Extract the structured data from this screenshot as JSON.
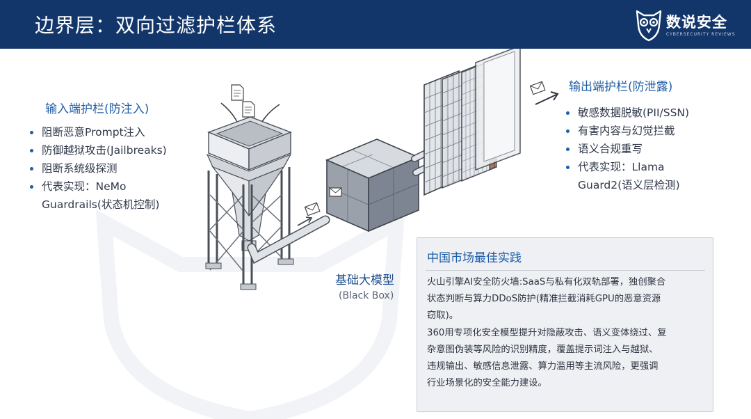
{
  "header": {
    "title": "边界层：双向过滤护栏体系"
  },
  "brand": {
    "name": "数说安全",
    "tagline": "CYBERSECURITY REVIEWS"
  },
  "input_guard": {
    "title": "输入端护栏(防注入)",
    "items": [
      "阻断恶意Prompt注入",
      "防御越狱攻击(Jailbreaks)",
      "阻断系统级探测",
      "代表实现：NeMo",
      "Guardrails(状态机控制)"
    ]
  },
  "output_guard": {
    "title": "输出端护栏(防泄露)",
    "items": [
      "敏感数据脱敏(PII/SSN)",
      "有害内容与幻觉拦截",
      "语义合规重写",
      "代表实现：Llama",
      "Guard2(语义层检测)"
    ]
  },
  "model": {
    "label": "基础大模型",
    "sub": "(Black Box)"
  },
  "practice": {
    "title": "中国市场最佳实践",
    "p1": [
      "火山引擎AI安全防火墙:SaaS与私有化双轨部署，独创聚合",
      "状态判断与算力DDoS防护(精准拦截消耗GPU的恶意资源",
      "窃取)。"
    ],
    "p2": [
      "360用专项化安全模型提升对隐蔽攻击、语义变体绕过、复",
      "杂意图伪装等风险的识别精度，覆盖提示词注入与越狱、",
      "违规输出、敏感信息泄露、算力滥用等主流风险，更强调",
      "行业场景化的安全能力建设。"
    ]
  },
  "colors": {
    "header_bg": "#13366a",
    "accent_blue": "#1f5ea8",
    "box_bg": "#eef0f3"
  }
}
